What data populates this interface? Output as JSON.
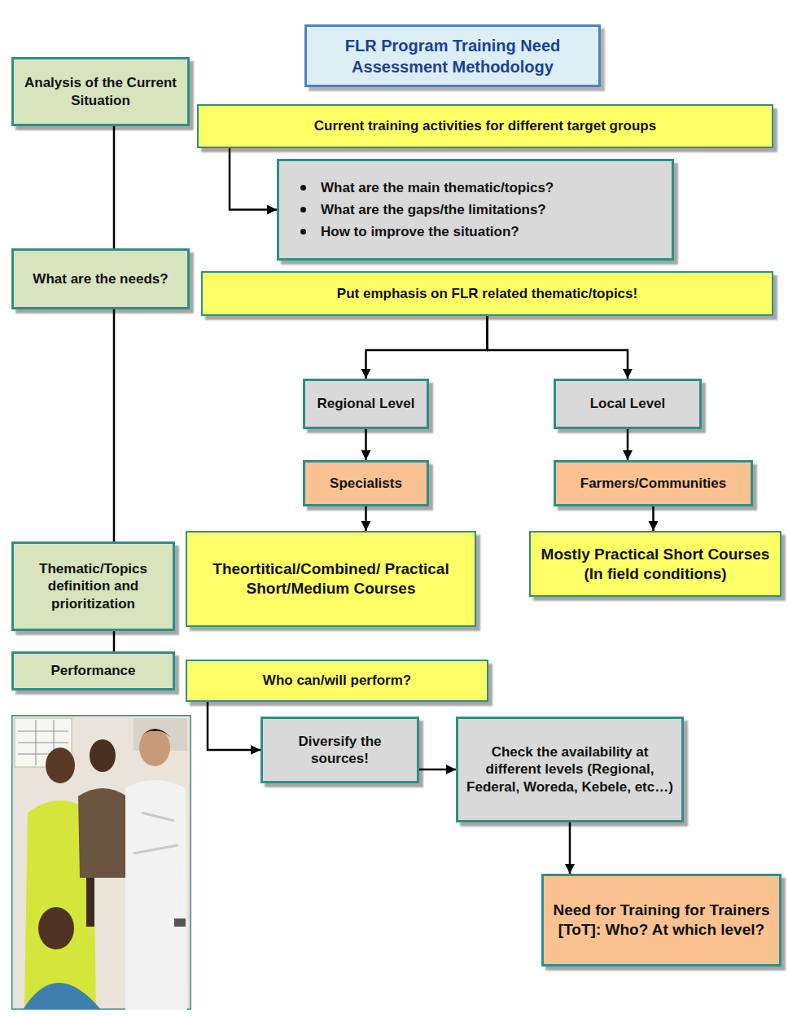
{
  "diagram": {
    "title": "FLR Program Training Need Assessment Methodology",
    "nodes": [
      {
        "text": [
          "Analysis of the Current Situation"
        ]
      },
      {
        "text": [
          "Current training activities for different target groups"
        ]
      },
      {
        "text": [
          "What are the main thematic/topics?",
          "What are the gaps/the limitations?",
          "How to improve the situation?"
        ]
      },
      {
        "text": [
          "What are the needs?"
        ]
      },
      {
        "text": [
          "Put emphasis on FLR related thematic/topics!"
        ]
      },
      {
        "text": [
          "Regional Level"
        ]
      },
      {
        "text": [
          "Local Level"
        ]
      },
      {
        "text": [
          "Specialists"
        ]
      },
      {
        "text": [
          "Farmers/Communities"
        ]
      },
      {
        "text": [
          "Thematic/Topics definition and prioritization"
        ]
      },
      {
        "text": [
          "Theortitical/Combined/ Practical Short/Medium Courses"
        ]
      },
      {
        "text": [
          "Mostly Practical Short Courses (In field conditions)"
        ]
      },
      {
        "text": [
          "Performance"
        ]
      },
      {
        "text": [
          "Who can/will perform?"
        ]
      },
      {
        "text": [
          "Diversify the sources!"
        ]
      },
      {
        "text": [
          "Check the availability at different levels (Regional, Federal, Woreda, Kebele, etc…)"
        ]
      },
      {
        "text": [
          "Need for Training for Trainers [ToT]: Who? At which level?"
        ]
      }
    ],
    "edges": [
      {
        "from": 0,
        "to": 3,
        "arrow": "none"
      },
      {
        "from": 3,
        "to": 9,
        "arrow": "none"
      },
      {
        "from": 9,
        "to": 12,
        "arrow": "none"
      },
      {
        "from": 1,
        "to": 2,
        "arrow": "to"
      },
      {
        "from": 4,
        "to": 5,
        "arrow": "to"
      },
      {
        "from": 4,
        "to": 6,
        "arrow": "to"
      },
      {
        "from": 5,
        "to": 7,
        "arrow": "to"
      },
      {
        "from": 6,
        "to": 8,
        "arrow": "to"
      },
      {
        "from": 7,
        "to": 10,
        "arrow": "to"
      },
      {
        "from": 8,
        "to": 11,
        "arrow": "to"
      },
      {
        "from": 13,
        "to": 14,
        "arrow": "to"
      },
      {
        "from": 14,
        "to": 15,
        "arrow": "to"
      },
      {
        "from": 15,
        "to": 16,
        "arrow": "to"
      }
    ]
  }
}
